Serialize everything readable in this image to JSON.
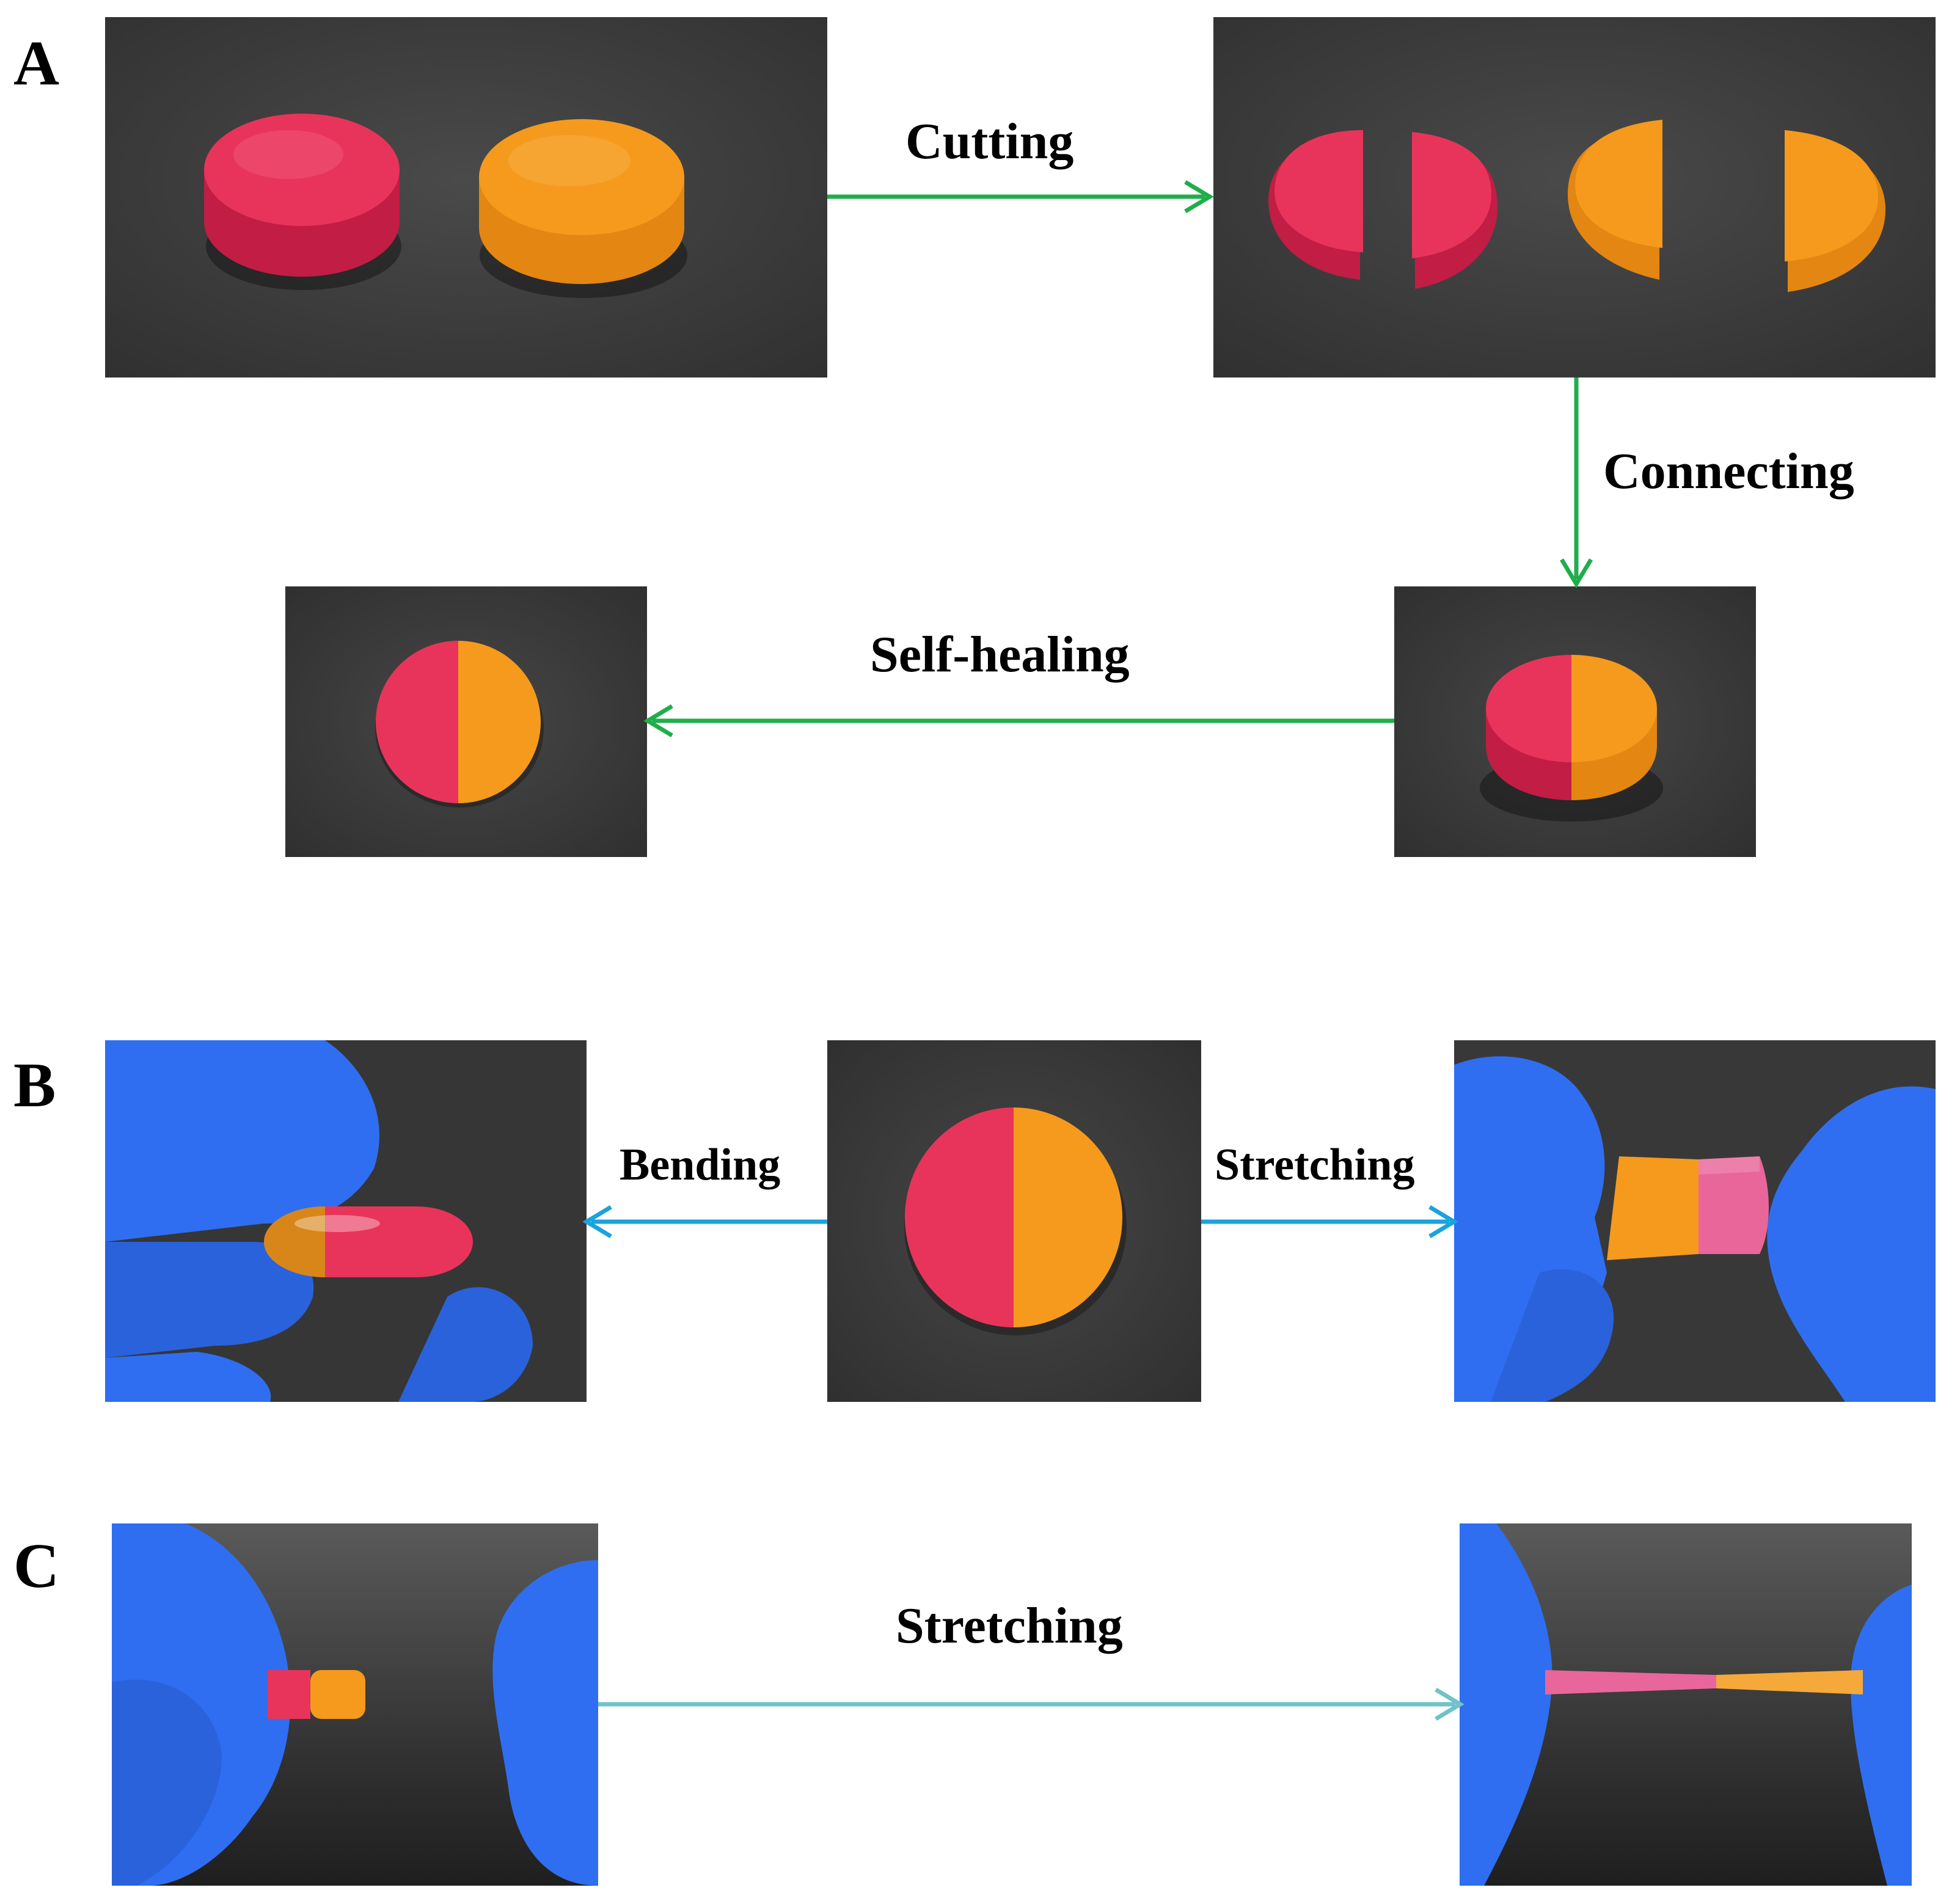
{
  "panels": {
    "a": {
      "letter": "A"
    },
    "b": {
      "letter": "B"
    },
    "c": {
      "letter": "C"
    }
  },
  "steps": {
    "cutting": "Cutting",
    "connecting": "Connecting",
    "self_healing": "Self-healing",
    "bending": "Bending",
    "stretching_b": "Stretching",
    "stretching_c": "Stretching"
  },
  "colors": {
    "arrow_a": "#1fae4b",
    "arrow_b": "#1aa3dc",
    "arrow_c": "#6ec3c9",
    "gel_red": "#e8345a",
    "gel_orange": "#f59a1c",
    "glove_blue": "#2f6ef0",
    "background_dark": "#3e3e3e"
  }
}
